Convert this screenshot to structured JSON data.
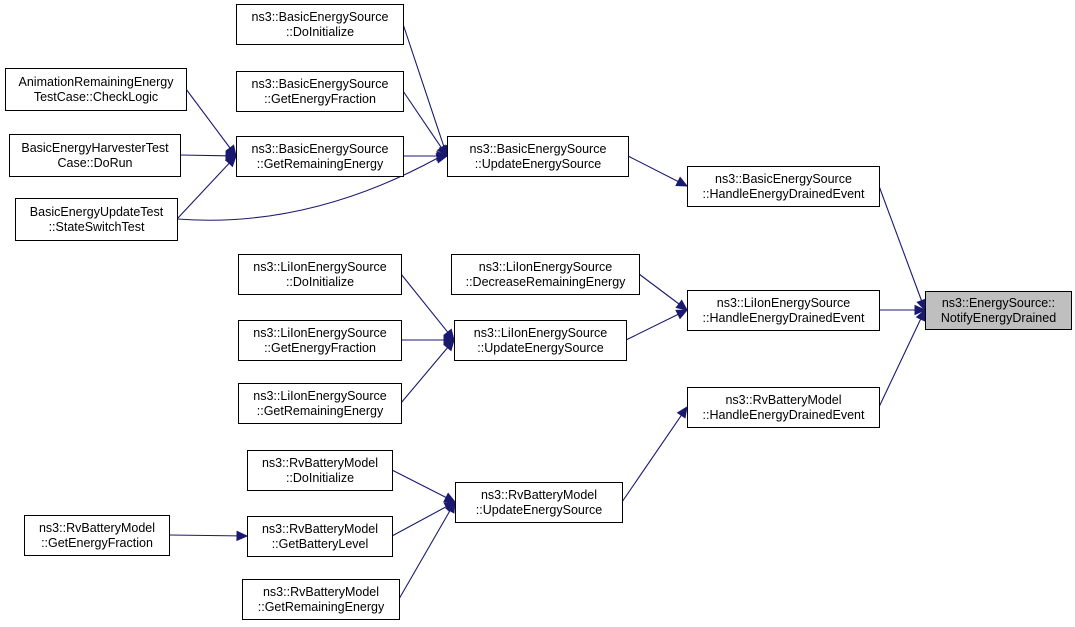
{
  "colors": {
    "edge": "#191970",
    "node_border": "#000000",
    "node_fill": "#ffffff",
    "root_fill": "#bfbfbf"
  },
  "nodes": [
    {
      "id": "root",
      "lines": [
        "ns3::EnergySource::",
        "NotifyEnergyDrained"
      ],
      "root": true
    },
    {
      "id": "bes_he",
      "lines": [
        "ns3::BasicEnergySource",
        "::HandleEnergyDrainedEvent"
      ]
    },
    {
      "id": "li_he",
      "lines": [
        "ns3::LiIonEnergySource",
        "::HandleEnergyDrainedEvent"
      ]
    },
    {
      "id": "rv_he",
      "lines": [
        "ns3::RvBatteryModel",
        "::HandleEnergyDrainedEvent"
      ]
    },
    {
      "id": "bes_ue",
      "lines": [
        "ns3::BasicEnergySource",
        "::UpdateEnergySource"
      ]
    },
    {
      "id": "bes_di",
      "lines": [
        "ns3::BasicEnergySource",
        "::DoInitialize"
      ]
    },
    {
      "id": "bes_gf",
      "lines": [
        "ns3::BasicEnergySource",
        "::GetEnergyFraction"
      ]
    },
    {
      "id": "bes_gr",
      "lines": [
        "ns3::BasicEnergySource",
        "::GetRemainingEnergy"
      ]
    },
    {
      "id": "anim",
      "lines": [
        "AnimationRemainingEnergy",
        "TestCase::CheckLogic"
      ]
    },
    {
      "id": "behtc",
      "lines": [
        "BasicEnergyHarvesterTest",
        "Case::DoRun"
      ]
    },
    {
      "id": "beut",
      "lines": [
        "BasicEnergyUpdateTest",
        "::StateSwitchTest"
      ]
    },
    {
      "id": "li_dre",
      "lines": [
        "ns3::LiIonEnergySource",
        "::DecreaseRemainingEnergy"
      ]
    },
    {
      "id": "li_ue",
      "lines": [
        "ns3::LiIonEnergySource",
        "::UpdateEnergySource"
      ]
    },
    {
      "id": "li_di",
      "lines": [
        "ns3::LiIonEnergySource",
        "::DoInitialize"
      ]
    },
    {
      "id": "li_gf",
      "lines": [
        "ns3::LiIonEnergySource",
        "::GetEnergyFraction"
      ]
    },
    {
      "id": "li_gr",
      "lines": [
        "ns3::LiIonEnergySource",
        "::GetRemainingEnergy"
      ]
    },
    {
      "id": "rv_ue",
      "lines": [
        "ns3::RvBatteryModel",
        "::UpdateEnergySource"
      ]
    },
    {
      "id": "rv_di",
      "lines": [
        "ns3::RvBatteryModel",
        "::DoInitialize"
      ]
    },
    {
      "id": "rv_gbl",
      "lines": [
        "ns3::RvBatteryModel",
        "::GetBatteryLevel"
      ]
    },
    {
      "id": "rv_gr",
      "lines": [
        "ns3::RvBatteryModel",
        "::GetRemainingEnergy"
      ]
    },
    {
      "id": "rv_gf",
      "lines": [
        "ns3::RvBatteryModel",
        "::GetEnergyFraction"
      ]
    }
  ],
  "edges": [
    {
      "from": "bes_he",
      "to": "root"
    },
    {
      "from": "li_he",
      "to": "root"
    },
    {
      "from": "rv_he",
      "to": "root"
    },
    {
      "from": "bes_ue",
      "to": "bes_he"
    },
    {
      "from": "bes_di",
      "to": "bes_ue"
    },
    {
      "from": "bes_gf",
      "to": "bes_ue"
    },
    {
      "from": "bes_gr",
      "to": "bes_ue"
    },
    {
      "from": "beut",
      "to": "bes_ue"
    },
    {
      "from": "anim",
      "to": "bes_gr"
    },
    {
      "from": "behtc",
      "to": "bes_gr"
    },
    {
      "from": "beut",
      "to": "bes_gr"
    },
    {
      "from": "li_dre",
      "to": "li_he"
    },
    {
      "from": "li_ue",
      "to": "li_he"
    },
    {
      "from": "li_di",
      "to": "li_ue"
    },
    {
      "from": "li_gf",
      "to": "li_ue"
    },
    {
      "from": "li_gr",
      "to": "li_ue"
    },
    {
      "from": "rv_ue",
      "to": "rv_he"
    },
    {
      "from": "rv_di",
      "to": "rv_ue"
    },
    {
      "from": "rv_gbl",
      "to": "rv_ue"
    },
    {
      "from": "rv_gr",
      "to": "rv_ue"
    },
    {
      "from": "rv_gf",
      "to": "rv_gbl"
    }
  ]
}
